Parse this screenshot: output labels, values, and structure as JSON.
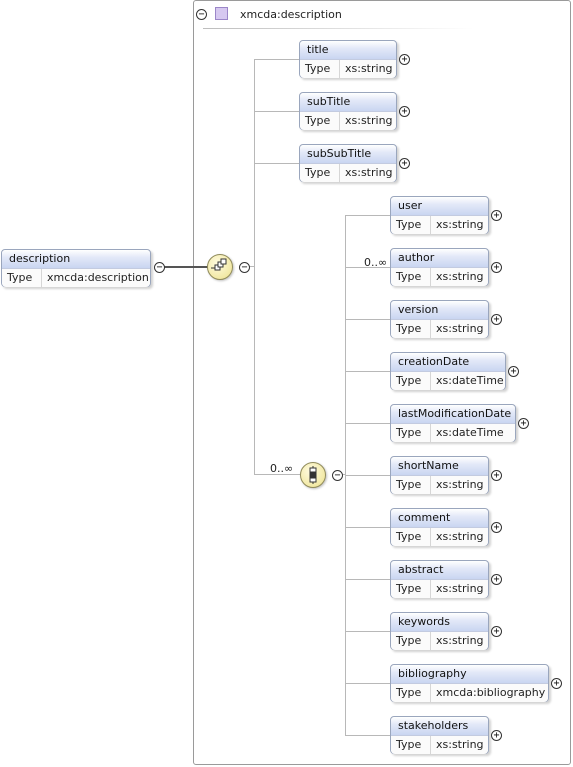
{
  "root": {
    "name": "description",
    "type_label": "Type",
    "type_value": "xmcda:description"
  },
  "complex_type": {
    "title": "xmcda:description"
  },
  "sequence_children": [
    {
      "name": "title",
      "type_label": "Type",
      "type_value": "xs:string"
    },
    {
      "name": "subTitle",
      "type_label": "Type",
      "type_value": "xs:string"
    },
    {
      "name": "subSubTitle",
      "type_label": "Type",
      "type_value": "xs:string"
    }
  ],
  "choice": {
    "cardinality": "0..∞"
  },
  "choice_children": [
    {
      "name": "user",
      "type_label": "Type",
      "type_value": "xs:string"
    },
    {
      "name": "author",
      "type_label": "Type",
      "type_value": "xs:string",
      "cardinality": "0..∞"
    },
    {
      "name": "version",
      "type_label": "Type",
      "type_value": "xs:string"
    },
    {
      "name": "creationDate",
      "type_label": "Type",
      "type_value": "xs:dateTime"
    },
    {
      "name": "lastModificationDate",
      "type_label": "Type",
      "type_value": "xs:dateTime"
    },
    {
      "name": "shortName",
      "type_label": "Type",
      "type_value": "xs:string"
    },
    {
      "name": "comment",
      "type_label": "Type",
      "type_value": "xs:string"
    },
    {
      "name": "abstract",
      "type_label": "Type",
      "type_value": "xs:string"
    },
    {
      "name": "keywords",
      "type_label": "Type",
      "type_value": "xs:string"
    },
    {
      "name": "bibliography",
      "type_label": "Type",
      "type_value": "xmcda:bibliography"
    },
    {
      "name": "stakeholders",
      "type_label": "Type",
      "type_value": "xs:string"
    }
  ],
  "icons": {
    "expand": "plus-circle-icon",
    "collapse": "minus-circle-icon",
    "sequence": "sequence-compositor-icon",
    "choice": "choice-compositor-icon",
    "complex_type": "complex-type-icon"
  },
  "colors": {
    "element_header": "#c9d5f1",
    "compositor": "#f2e9a6",
    "frame_border": "#9a9a9a",
    "connector": "#b8b8b8"
  }
}
